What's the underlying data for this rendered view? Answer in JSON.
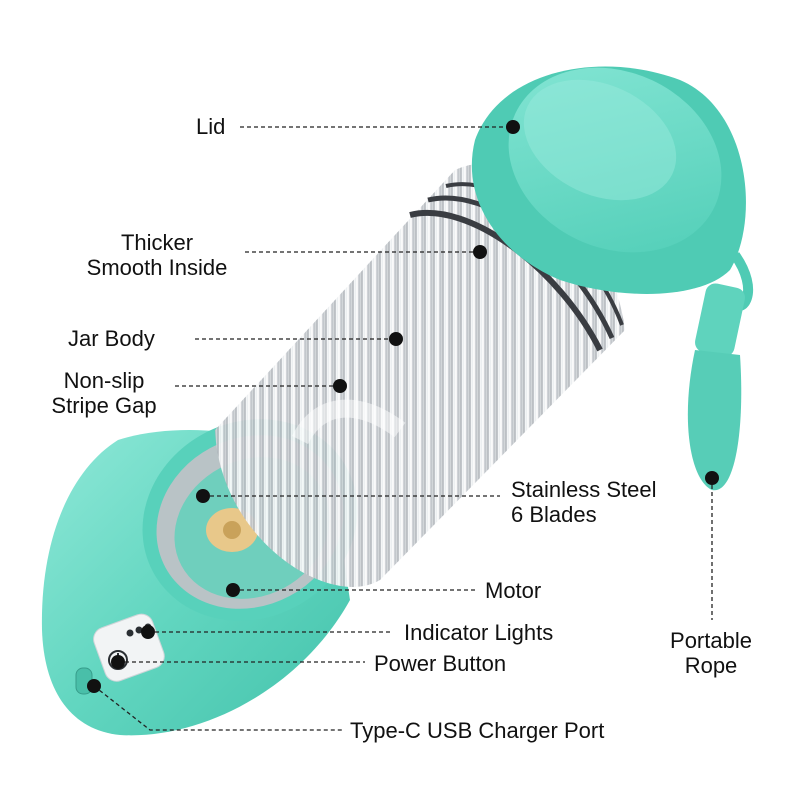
{
  "callouts": {
    "lid": "Lid",
    "thicker_smooth_inside": [
      "Thicker",
      "Smooth Inside"
    ],
    "jar_body": "Jar Body",
    "non_slip_stripe_gap": [
      "Non-slip",
      "Stripe Gap"
    ],
    "stainless_steel_blades": [
      "Stainless Steel",
      "6 Blades"
    ],
    "motor": "Motor",
    "indicator_lights": "Indicator Lights",
    "power_button": "Power Button",
    "type_c_port": "Type-C USB Charger Port",
    "portable_rope": [
      "Portable",
      "Rope"
    ]
  },
  "colors": {
    "mint": "#5fd9c3",
    "mint_light": "#8fe8d8",
    "mint_dark": "#3fbfa8",
    "jar_glass": "#dfe3e6",
    "jar_dark": "#3a3d42",
    "dot": "#111111"
  }
}
